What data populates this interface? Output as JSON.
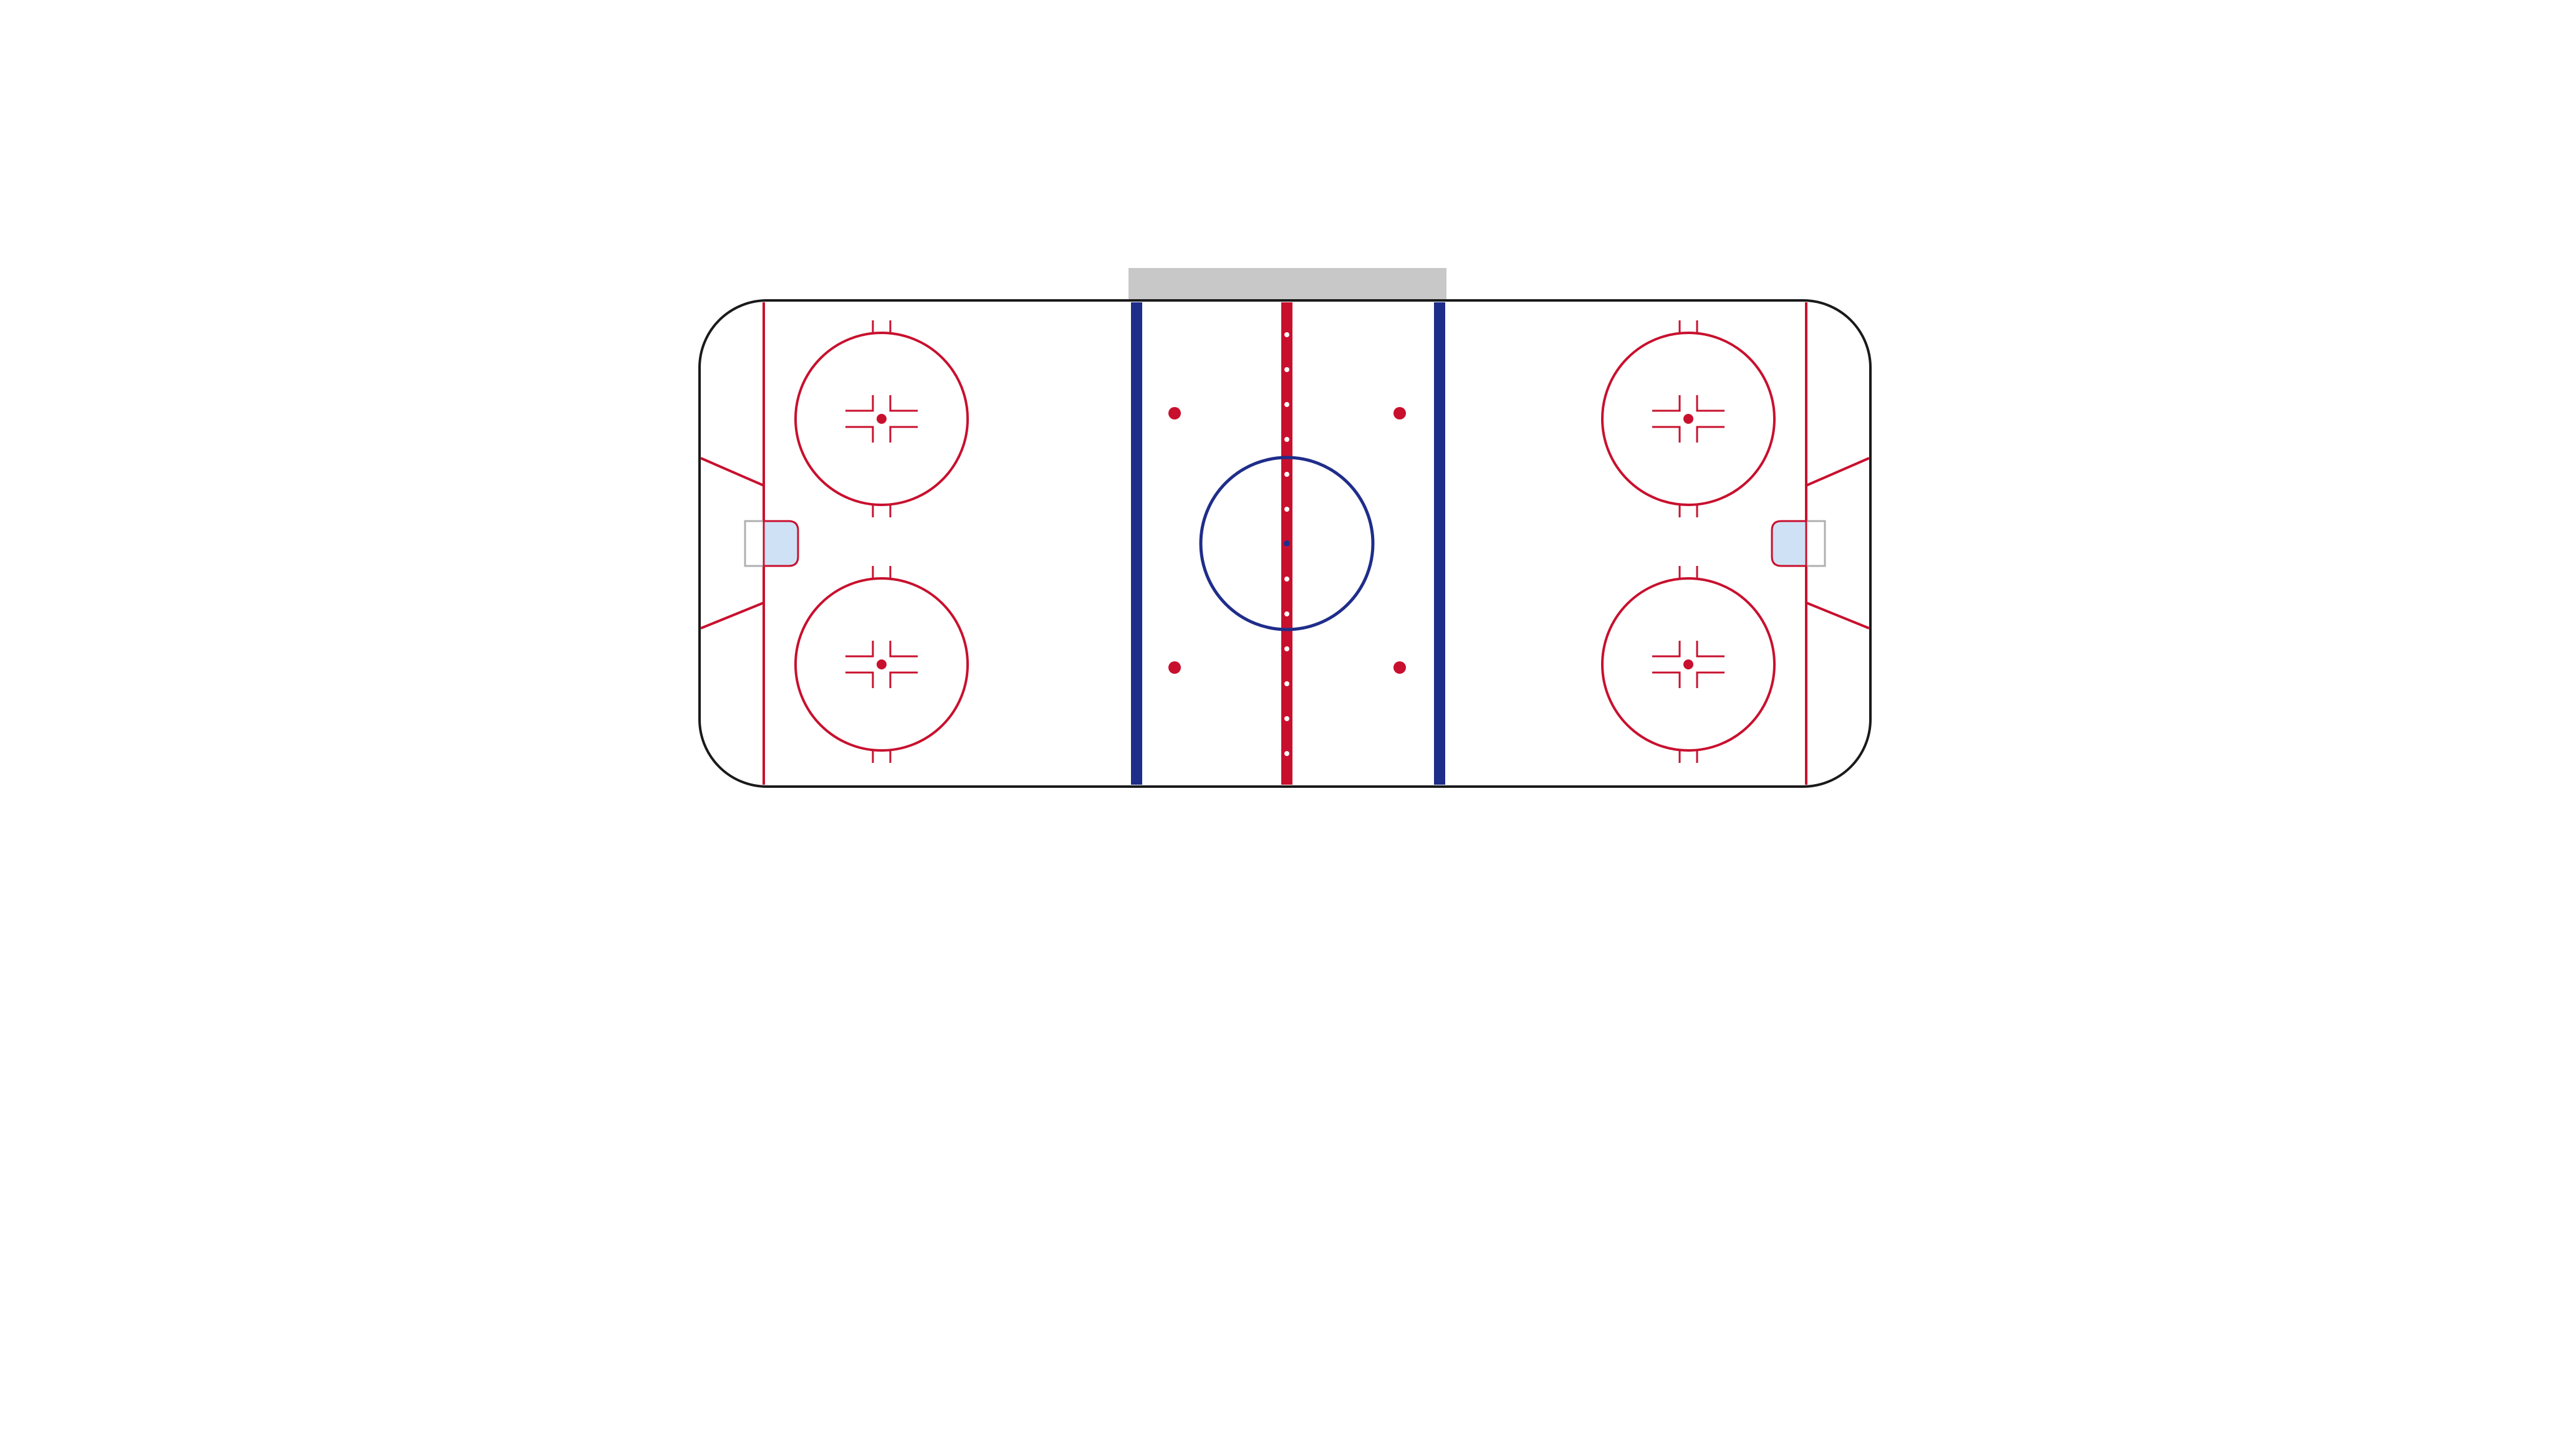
{
  "diagram": {
    "subject": "ice hockey rink",
    "colors": {
      "background": "#ffffff",
      "ice": "#ffffff",
      "boards": "#1a1a1a",
      "red_line": "#c8102e",
      "blue_line": "#1f2d8a",
      "crease_fill": "#cfe1f5",
      "bench": "#c8c8c8",
      "net_outline": "#b0b0b0"
    },
    "elements": {
      "center_line": "red",
      "blue_lines": 2,
      "goal_lines": 2,
      "faceoff_circles": 5,
      "neutral_zone_dots": 4,
      "goal_creases": 2,
      "player_bench": 1
    }
  }
}
